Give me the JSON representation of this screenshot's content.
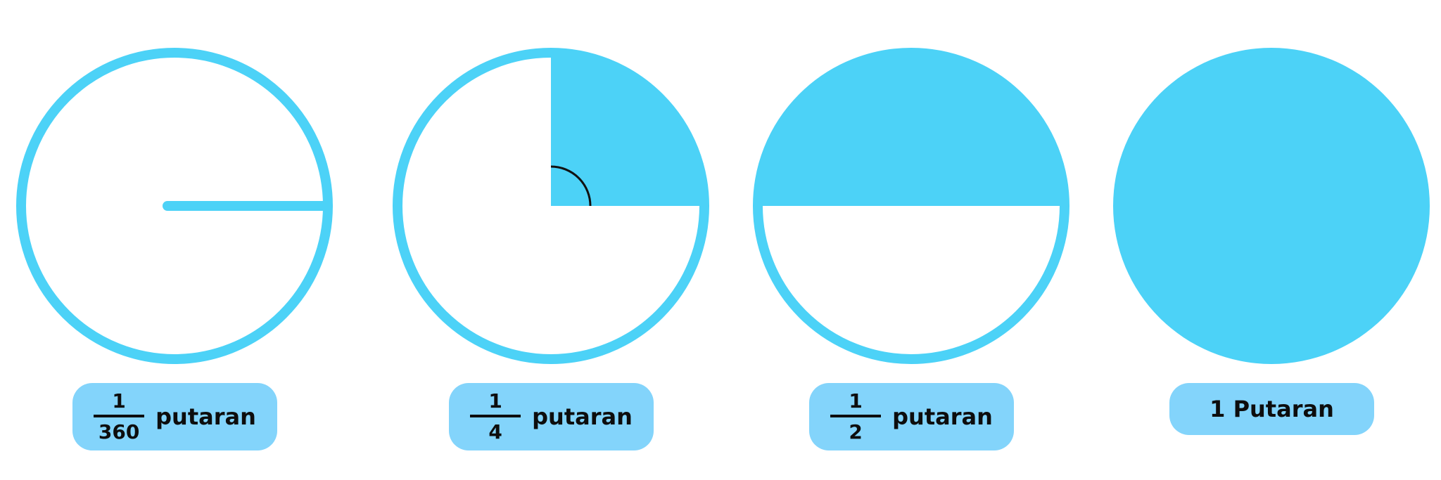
{
  "colors": {
    "fill": "#4cd2f7",
    "label_bg": "#83d4fb",
    "text": "#0d0d0d"
  },
  "figures": [
    {
      "id": "turn-1-360",
      "fraction_of_turn": 0.002778,
      "label": {
        "numerator": "1",
        "denominator": "360",
        "word": "putaran"
      }
    },
    {
      "id": "turn-1-4",
      "fraction_of_turn": 0.25,
      "label": {
        "numerator": "1",
        "denominator": "4",
        "word": "putaran"
      }
    },
    {
      "id": "turn-1-2",
      "fraction_of_turn": 0.5,
      "label": {
        "numerator": "1",
        "denominator": "2",
        "word": "putaran"
      }
    },
    {
      "id": "turn-full",
      "fraction_of_turn": 1,
      "label": {
        "text": "1 Putaran"
      }
    }
  ]
}
